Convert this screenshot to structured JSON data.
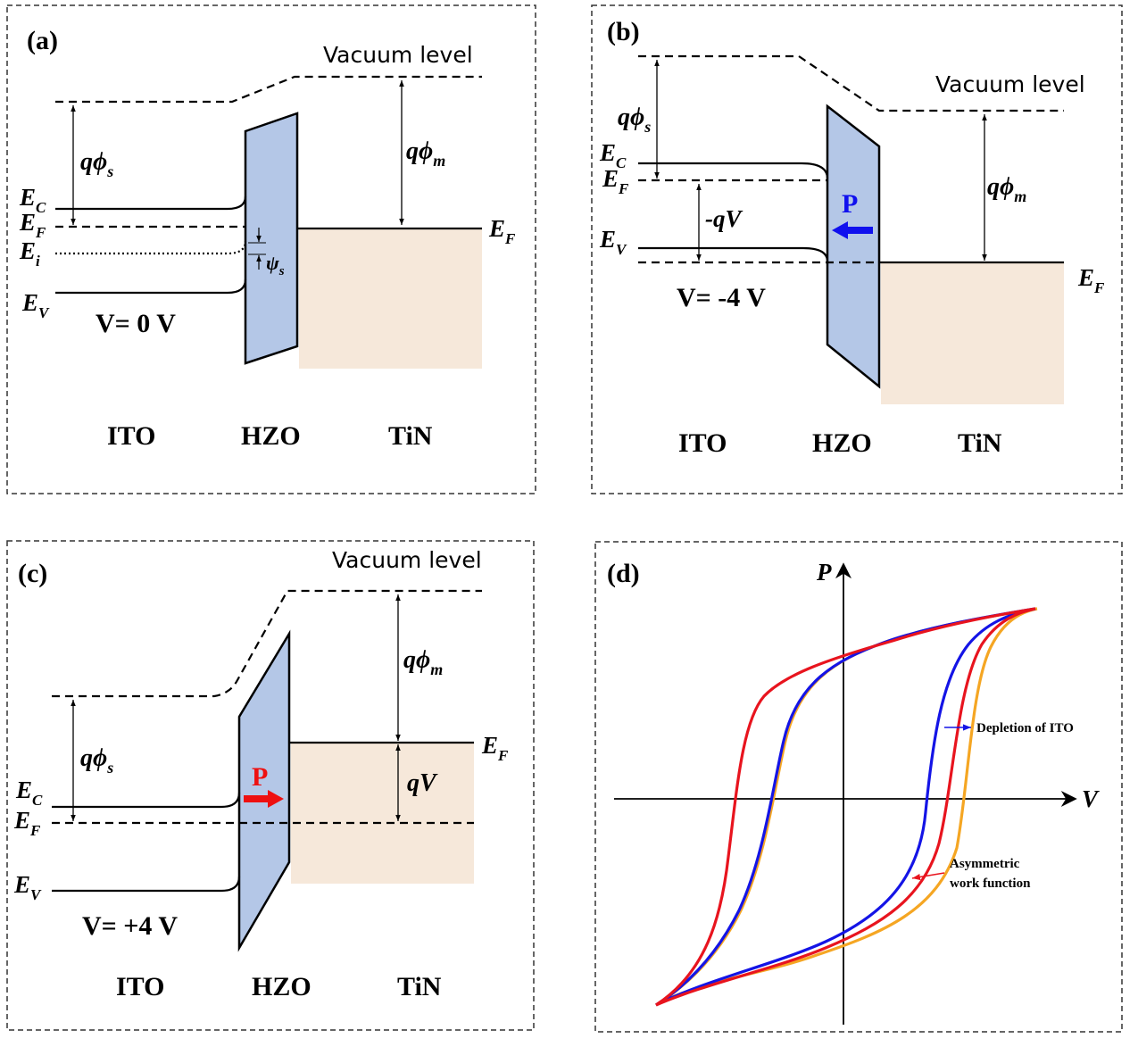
{
  "panels": {
    "a": {
      "label": "(a)",
      "vacuum": "Vacuum level",
      "phi_s": "qϕ",
      "phi_s_sub": "s",
      "phi_m": "qϕ",
      "phi_m_sub": "m",
      "ec": "E",
      "ec_sub": "C",
      "ef": "E",
      "ef_sub": "F",
      "ei": "E",
      "ei_sub": "i",
      "ev": "E",
      "ev_sub": "V",
      "ef_metal": "E",
      "ef_metal_sub": "F",
      "psi": "ψ",
      "psi_sub": "s",
      "voltage": "V= 0 V",
      "ito": "ITO",
      "hzo": "HZO",
      "tin": "TiN"
    },
    "b": {
      "label": "(b)",
      "vacuum": "Vacuum level",
      "phi_s": "qϕ",
      "phi_s_sub": "s",
      "phi_m": "qϕ",
      "phi_m_sub": "m",
      "ec": "E",
      "ec_sub": "C",
      "ef": "E",
      "ef_sub": "F",
      "ev": "E",
      "ev_sub": "V",
      "ef_metal": "E",
      "ef_metal_sub": "F",
      "qv": "-qV",
      "polarization": "P",
      "voltage": "V= -4 V",
      "ito": "ITO",
      "hzo": "HZO",
      "tin": "TiN"
    },
    "c": {
      "label": "(c)",
      "vacuum": "Vacuum level",
      "phi_s": "qϕ",
      "phi_s_sub": "s",
      "phi_m": "qϕ",
      "phi_m_sub": "m",
      "ec": "E",
      "ec_sub": "C",
      "ef": "E",
      "ef_sub": "F",
      "ev": "E",
      "ev_sub": "V",
      "ef_metal": "E",
      "ef_metal_sub": "F",
      "qv": "qV",
      "polarization": "P",
      "voltage": "V= +4 V",
      "ito": "ITO",
      "hzo": "HZO",
      "tin": "TiN"
    },
    "d": {
      "label": "(d)",
      "y_axis": "P",
      "x_axis": "V",
      "annotation_1": "Depletion of ITO",
      "annotation_2_line1": "Asymmetric",
      "annotation_2_line2": "work function"
    }
  },
  "colors": {
    "hzo_fill": "#b4c7e7",
    "metal_fill": "#f6e8da",
    "arrow_blue": "#1010ee",
    "arrow_red": "#ee1010",
    "loop_red": "#e8141e",
    "loop_blue": "#1414e6",
    "loop_orange": "#f5a623"
  }
}
